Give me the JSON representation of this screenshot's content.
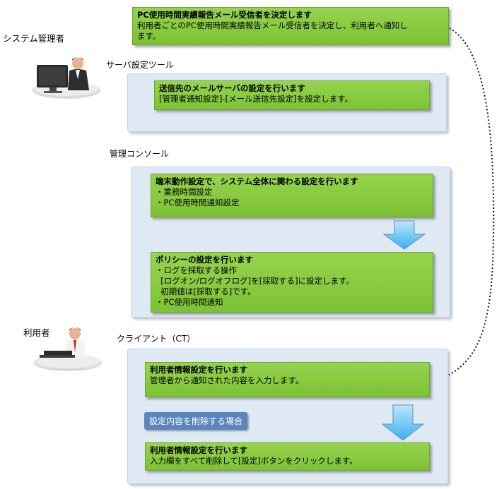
{
  "actors": {
    "admin": "システム管理者",
    "user": "利用者"
  },
  "sections": {
    "server_tool": "サーバ設定ツール",
    "console": "管理コンソール",
    "client": "クライアント（CT）"
  },
  "steps": {
    "decide": {
      "title": "PC使用時間実績報告メール受信者を決定します",
      "lines": [
        "利用者ごとのPC使用時間実績報告メール受信者を決定し、利用者へ通知し",
        "ます。"
      ]
    },
    "mail_server": {
      "title": "送信先のメールサーバの設定を行います",
      "lines": [
        "[管理者通知設定]-[メール送信先設定]を設定します。"
      ]
    },
    "terminal": {
      "title": "端末動作設定で、システム全体に関わる設定を行います",
      "lines": [
        "・業務時間設定",
        "・PC使用時間通知設定"
      ]
    },
    "policy": {
      "title": "ポリシーの設定を行います",
      "lines": [
        "・ログを採取する操作",
        "  [ログオン/ログオフログ]を[採取する]に設定します。",
        "  初期値は[採取する]です。",
        "・PC使用時間通知"
      ]
    },
    "user_info": {
      "title": "利用者情報設定を行います",
      "lines": [
        "管理者から通知された内容を入力します。"
      ]
    },
    "delete_case": "設定内容を削除する場合",
    "user_info_delete": {
      "title": "利用者情報設定を行います",
      "lines": [
        "入力欄をすべて削除して[設定]ボタンをクリックします。"
      ]
    }
  },
  "icons": [
    "admin-person-icon",
    "user-person-icon",
    "down-arrow-icon",
    "dotted-connector-arrow"
  ],
  "colors": {
    "green_box": "#86c83e",
    "panel": "#dfe9f4",
    "blue_button": "#5a86bd",
    "arrow": "#4fb8ee"
  }
}
